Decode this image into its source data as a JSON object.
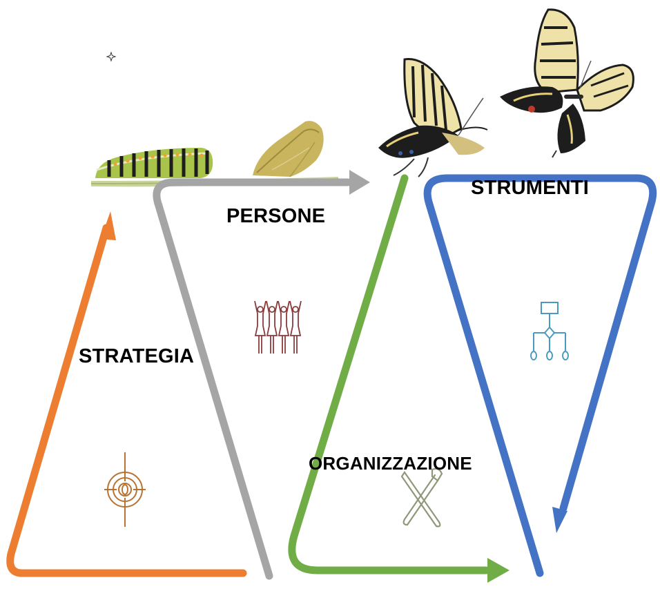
{
  "labels": {
    "persone": "PERSONE",
    "strumenti": "STRUMENTI",
    "strategia": "STRATEGIA",
    "organizzazione": "ORGANIZZAZIONE"
  },
  "colors": {
    "strategia": "#ED7D31",
    "persone": "#A5A5A5",
    "organizzazione": "#70AD47",
    "strumenti": "#4472C4",
    "people_icon": "#8B3A3A",
    "target_icon": "#B87333",
    "tools_icon": "#8F9779",
    "org_icon": "#4A9AC0"
  },
  "icons": {
    "strategia": "target-icon",
    "persone": "people-icon",
    "organizzazione": "tools-icon",
    "strumenti": "org-chart-icon",
    "stages": [
      "caterpillar",
      "chrysalis",
      "butterfly-emerging",
      "butterfly-flying"
    ]
  }
}
